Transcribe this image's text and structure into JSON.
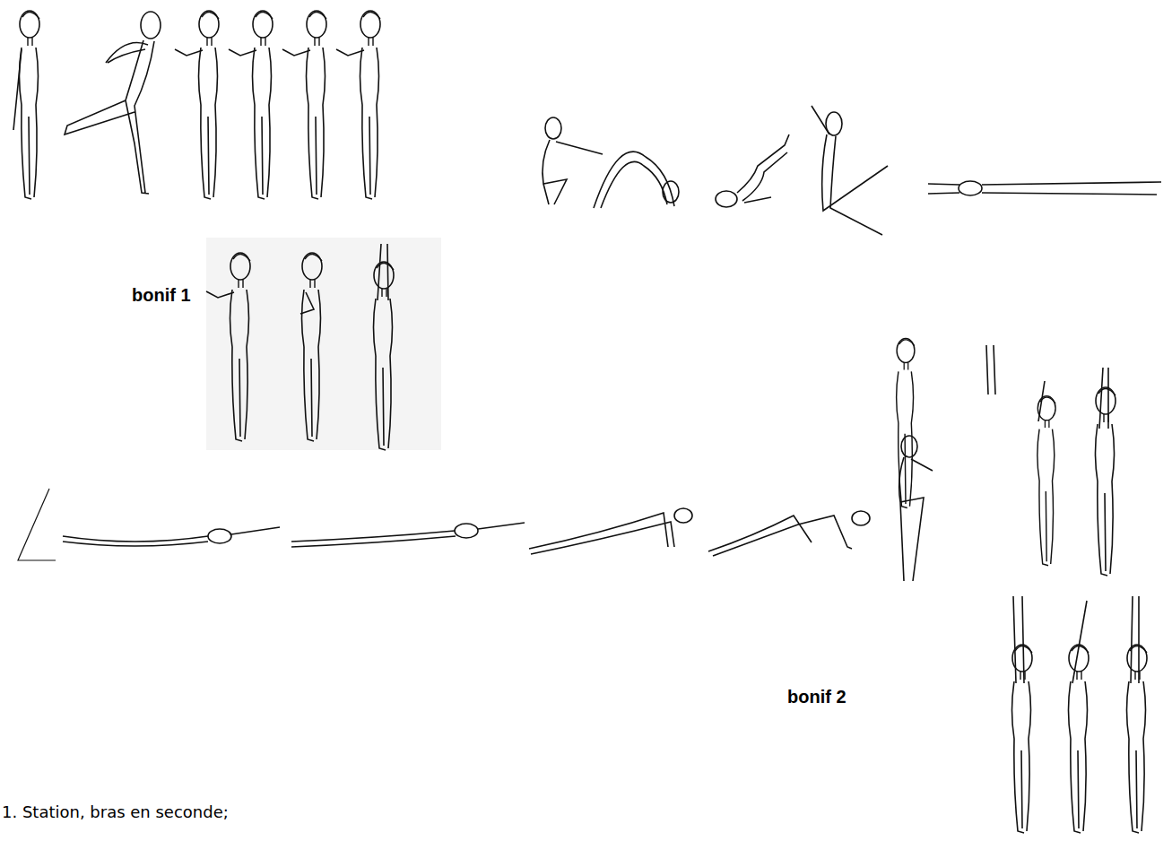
{
  "diagram": {
    "labels": [
      "bonif 1",
      "bonif 2",
      "1. Station, bras en seconde;"
    ]
  }
}
